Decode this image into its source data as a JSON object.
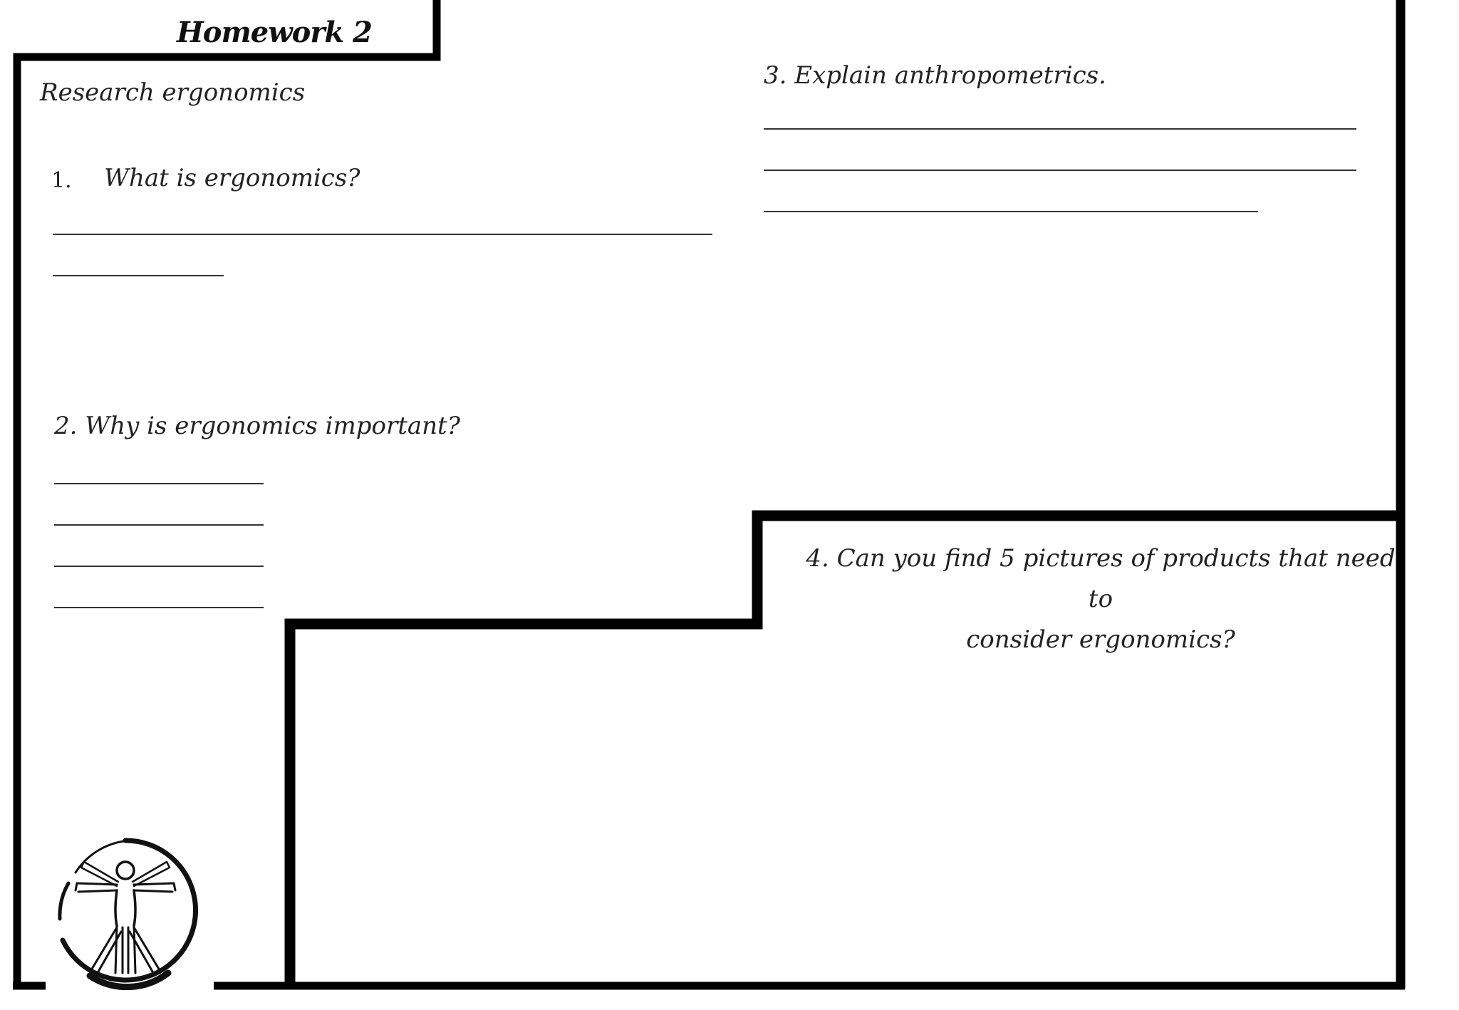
{
  "title": "Homework 2",
  "subtitle": "Research ergonomics",
  "question1": {
    "number": "1.",
    "text": "What is ergonomics?"
  },
  "question2": {
    "text": "2. Why is ergonomics important?"
  },
  "question3": {
    "text": "3. Explain anthropometrics."
  },
  "question4": {
    "line1": "4. Can you find 5 pictures of products that need to",
    "line2": "consider ergonomics?"
  },
  "logo_icon": "vitruvian-man-icon"
}
